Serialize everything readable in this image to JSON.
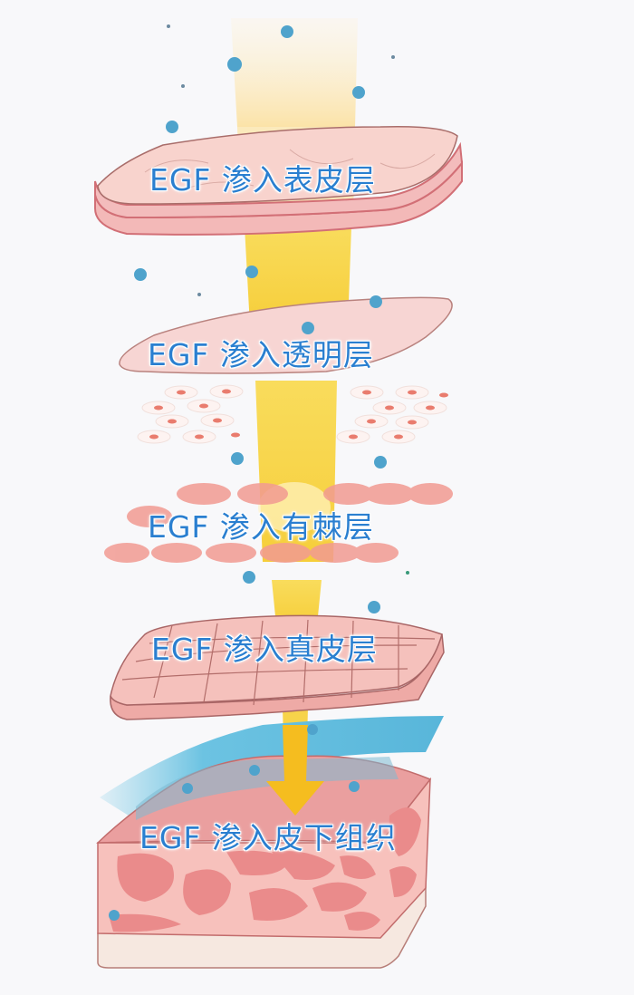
{
  "diagram": {
    "title": "EGF skin penetration layers",
    "colors": {
      "background": "#f8f8fa",
      "label_text": "#2a7fd0",
      "skin_fill": "#f6c4bf",
      "skin_outline": "#c46a6a",
      "beam": "#f7d34a",
      "arrow": "#f5b52a",
      "water": "#5ab7d8",
      "droplet": "#4fa3cc"
    },
    "layers": [
      {
        "label": "EGF 渗入表皮层"
      },
      {
        "label": "EGF 渗入透明层"
      },
      {
        "label": "EGF 渗入有棘层"
      },
      {
        "label": "EGF 渗入真皮层"
      },
      {
        "label": "EGF 渗入皮下组织"
      }
    ]
  }
}
